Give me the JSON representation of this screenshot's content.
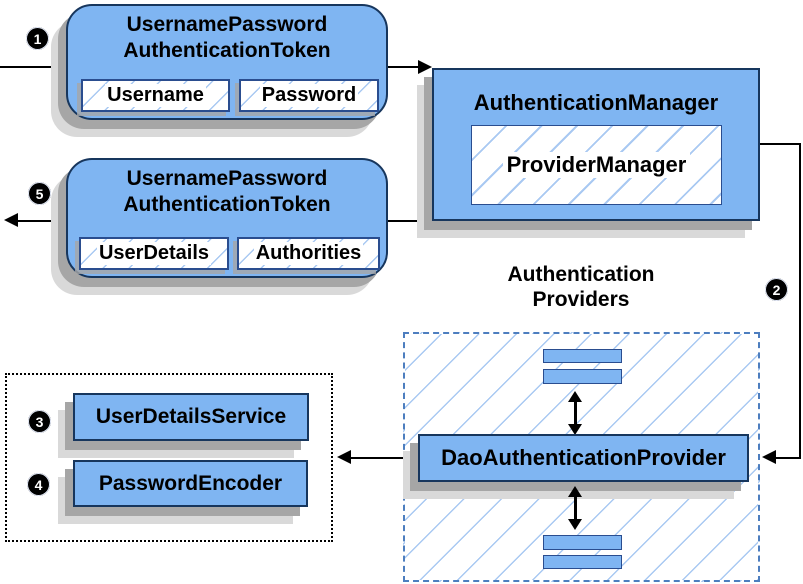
{
  "colors": {
    "node_fill": "#7fb5f2",
    "node_border": "#17365d",
    "field_border": "#2a4d8f",
    "hatch_line": "#a9c9f2",
    "dashed_border": "#4d7ebf",
    "shadow_dark": "#a6a6a6",
    "shadow_light": "#d9d9d9",
    "arrow": "#000000",
    "step_bg": "#000000",
    "step_fg": "#ffffff",
    "text": "#000000"
  },
  "steps": [
    "1",
    "2",
    "3",
    "4",
    "5"
  ],
  "nodes": {
    "request_token": {
      "title_line1": "UsernamePassword",
      "title_line2": "AuthenticationToken",
      "fields": [
        {
          "label": "Username"
        },
        {
          "label": "Password"
        }
      ]
    },
    "auth_manager": {
      "title": "AuthenticationManager",
      "inner": "ProviderManager"
    },
    "result_token": {
      "title_line1": "UsernamePassword",
      "title_line2": "AuthenticationToken",
      "fields": [
        {
          "label": "UserDetails"
        },
        {
          "label": "Authorities"
        }
      ]
    },
    "providers_group": {
      "heading_line1": "Authentication",
      "heading_line2": "Providers",
      "provider": "DaoAuthenticationProvider"
    },
    "services_group": {
      "items": [
        {
          "label": "UserDetailsService"
        },
        {
          "label": "PasswordEncoder"
        }
      ]
    }
  }
}
